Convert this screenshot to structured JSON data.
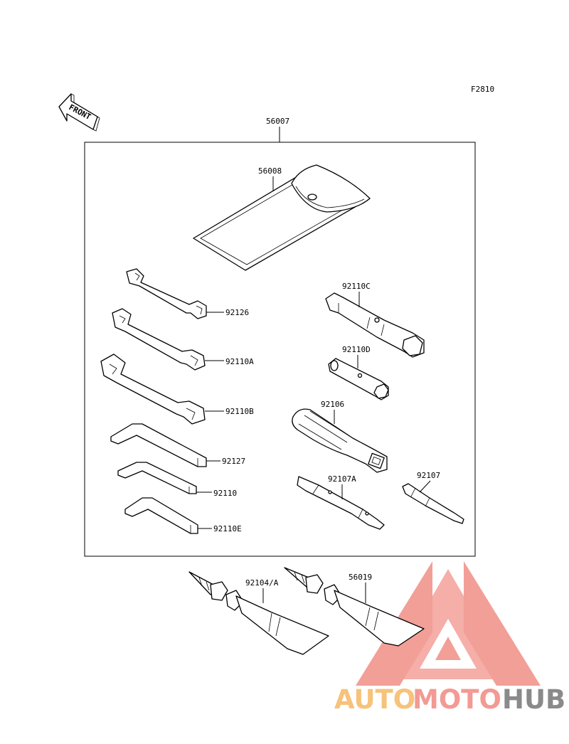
{
  "figure_code": "F2810",
  "front_badge": "FRONT",
  "labels": {
    "kit": "56007",
    "pouch": "56008",
    "w1": "92126",
    "w2": "92110A",
    "w3": "92110B",
    "hex1": "92127",
    "hex2": "92110",
    "hex3": "92110E",
    "box1": "92110C",
    "box2": "92110D",
    "handle": "92106",
    "bit1": "92107A",
    "bit2": "92107",
    "tube1": "92104/A",
    "tube2": "56019"
  },
  "watermark": {
    "part1": "AUTO",
    "part2": "MOTO",
    "part3": "HUB",
    "color1": "#f7c27a",
    "color2": "#f29a93",
    "color3": "#8a8a8a",
    "logo_color": "#f29a93"
  }
}
